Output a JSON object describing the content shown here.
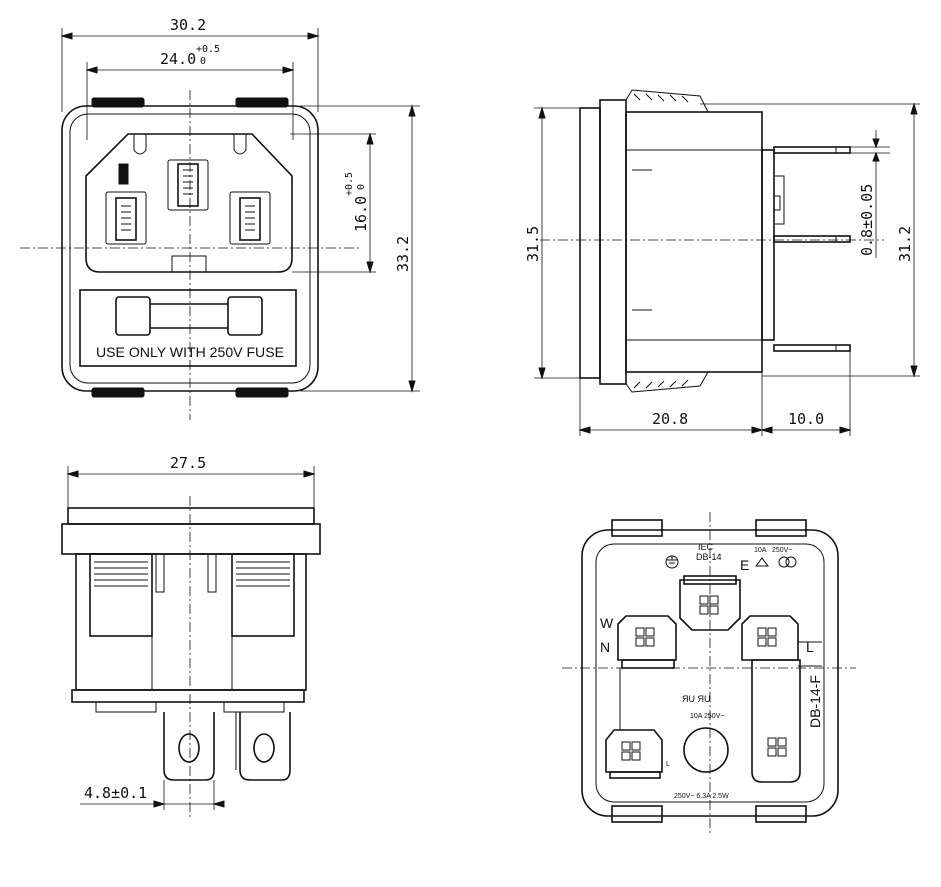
{
  "front_view": {
    "dim_width": "30.2",
    "dim_inner_width": "24.0",
    "dim_inner_tol_upper": "+0.5",
    "dim_inner_tol_lower": "0",
    "dim_inlet_height": "16.0",
    "dim_inlet_tol_upper": "+0.5",
    "dim_inlet_tol_lower": "0",
    "dim_height": "33.2",
    "fuse_text": "USE ONLY WITH 250V FUSE"
  },
  "side_view": {
    "dim_front_height": "31.5",
    "dim_pin_thickness": "0.8±0.05",
    "dim_rear_height": "31.2",
    "dim_body_depth": "20.8",
    "dim_pin_length": "10.0"
  },
  "bottom_view": {
    "dim_width": "27.5",
    "dim_pin_width": "4.8±0.1"
  },
  "rear_view": {
    "model_line1": "IEC",
    "model_line2": "DB-14",
    "rating_current": "10A",
    "rating_voltage": "250V~",
    "earth_letter": "E",
    "label_w": "W",
    "label_n": "N",
    "label_l": "L",
    "label_l_small": "L",
    "part_number": "DB-14-F",
    "ul_mark": "ЯU ЯU",
    "ul_rating": "10A 250V~",
    "fuse_rating": "250V~ 6.3A 2.5W"
  }
}
